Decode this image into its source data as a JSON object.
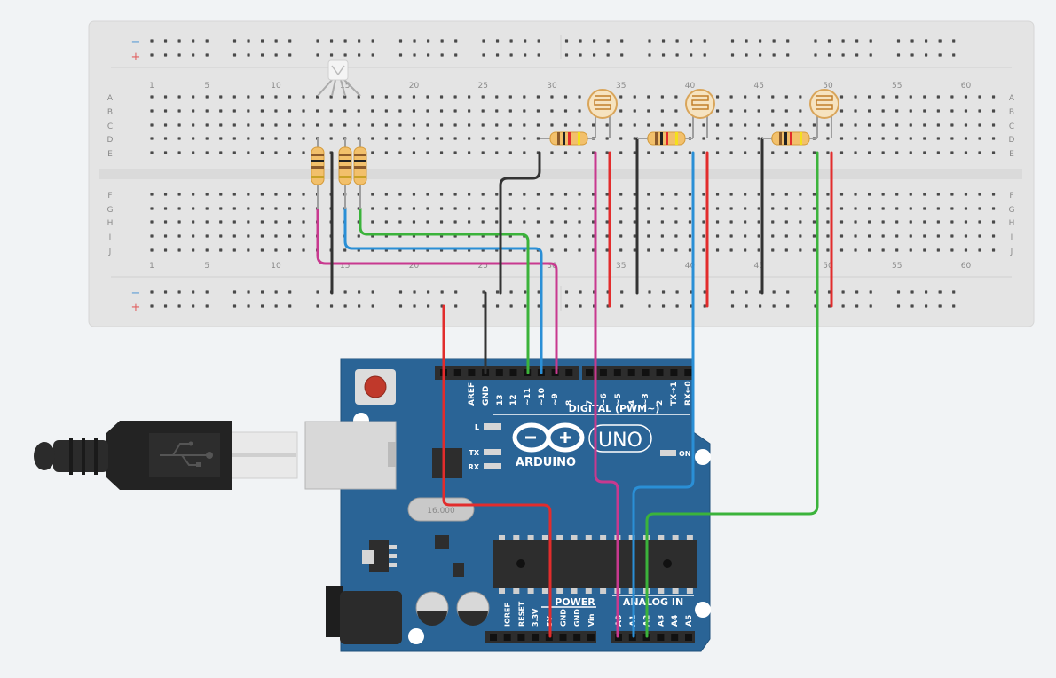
{
  "breadboard": {
    "rail_minus": "−",
    "rail_plus": "+",
    "rows_top": [
      "A",
      "B",
      "C",
      "D",
      "E"
    ],
    "rows_bottom": [
      "F",
      "G",
      "H",
      "I",
      "J"
    ],
    "column_numbers": [
      "1",
      "5",
      "10",
      "15",
      "20",
      "25",
      "30",
      "35",
      "40",
      "45",
      "50",
      "55",
      "60"
    ]
  },
  "arduino": {
    "brand": "ARDUINO",
    "model": "UNO",
    "digital_header_label": "DIGITAL (PWM~)",
    "digital_pins": [
      "AREF",
      "GND",
      "13",
      "12",
      "~11",
      "~10",
      "~9",
      "8",
      "7",
      "~6",
      "~5",
      "4",
      "~3",
      "2",
      "TX→1",
      "RX←0"
    ],
    "led_labels": [
      "L",
      "TX",
      "RX"
    ],
    "on_label": "ON",
    "crystal_label": "16.000",
    "power_label": "POWER",
    "power_pins": [
      "IOREF",
      "RESET",
      "3.3V",
      "5V",
      "GND",
      "GND",
      "Vin"
    ],
    "analog_label": "ANALOG IN",
    "analog_pins": [
      "A0",
      "A1",
      "A2",
      "A3",
      "A4",
      "A5"
    ]
  },
  "colors": {
    "board_blue": "#2a6496",
    "breadboard": "#e4e4e4",
    "wire_red": "#e22c2c",
    "wire_black": "#333333",
    "wire_green": "#3bb33b",
    "wire_blue": "#2a8fd6",
    "wire_magenta": "#c8398f",
    "rail_blue": "#5a9bd5",
    "rail_red": "#e06060"
  },
  "components": {
    "rgb_led": "rgb-led",
    "photoresistors": 3,
    "resistors": 6,
    "usb_cable": "usb-b-cable"
  }
}
